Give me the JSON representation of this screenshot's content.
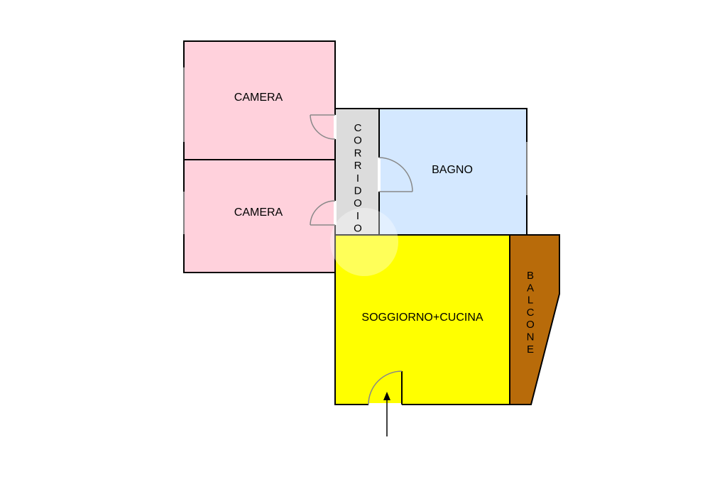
{
  "plan": {
    "rooms": {
      "camera_top": {
        "label": "CAMERA",
        "color": "#FFD1DC"
      },
      "camera_bottom": {
        "label": "CAMERA",
        "color": "#FFD1DC"
      },
      "corridoio": {
        "label": "CORRIDOIO",
        "color": "#DCDCDC"
      },
      "bagno": {
        "label": "BAGNO",
        "color": "#D4E8FF"
      },
      "soggiorno": {
        "label": "SOGGIORNO+CUCINA",
        "color": "#FFFF00"
      },
      "balcone": {
        "label": "BALCONE",
        "color": "#B86B0A"
      }
    },
    "wall_color": "#000000",
    "door_color": "#888888",
    "entrance_arrow": "entrance-arrow-icon"
  }
}
